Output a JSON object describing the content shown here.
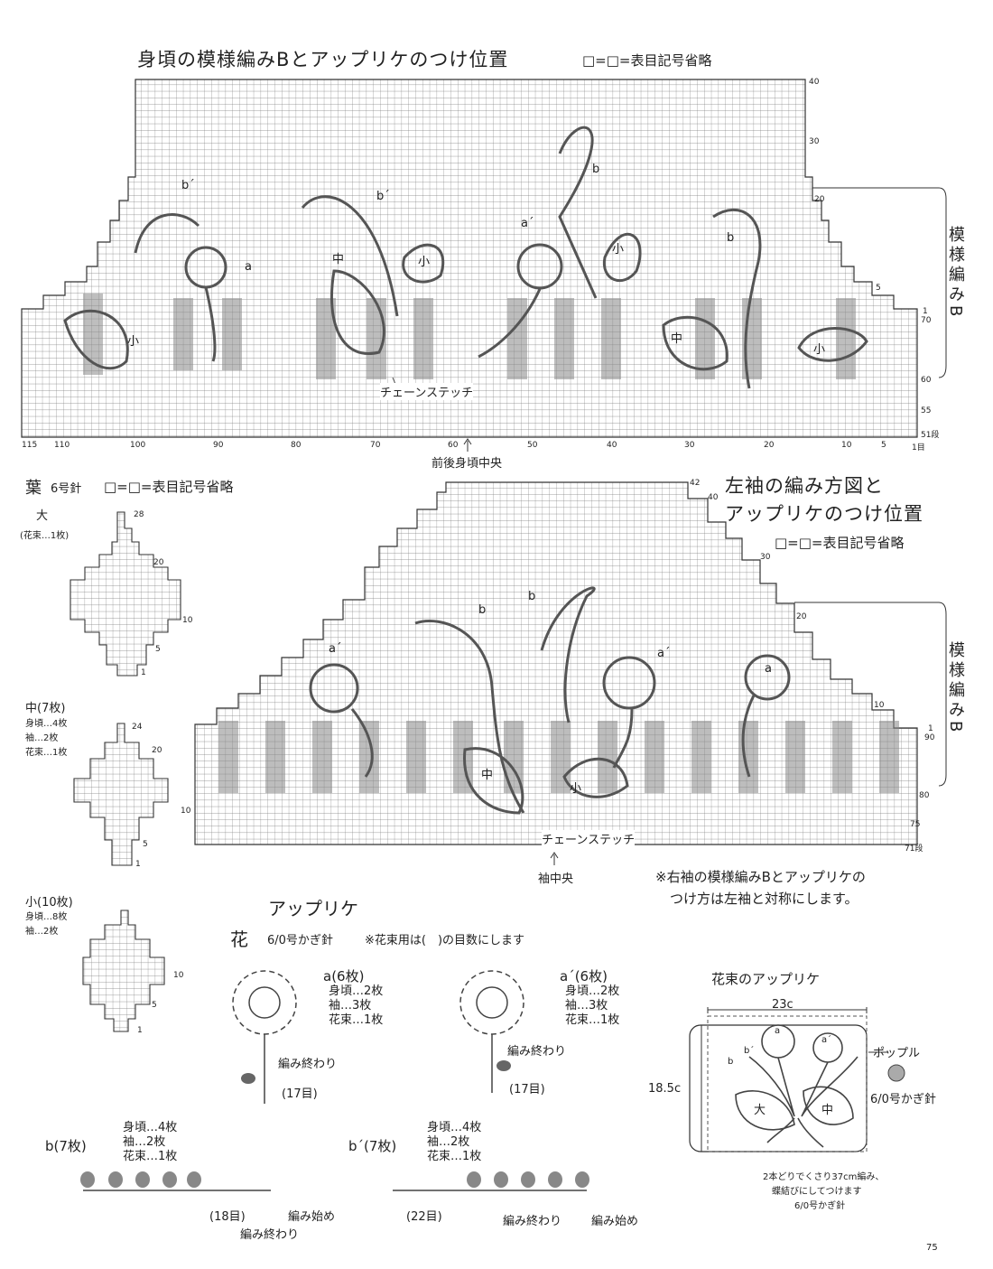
{
  "body_chart": {
    "title": "身頃の模様編みBとアップリケのつけ位置",
    "legend": "□=□=表目記号省略",
    "side_label": "模様編みB",
    "bottom_caption": "前後身頃中央",
    "chain_stitch": "チェーンステッチ",
    "x_ticks": [
      "115",
      "110",
      "100",
      "90",
      "80",
      "70",
      "60",
      "50",
      "40",
      "30",
      "20",
      "10",
      "5",
      "1目"
    ],
    "y_ticks": [
      "40",
      "30",
      "20",
      "5",
      "1",
      "70",
      "60",
      "55",
      "51段"
    ],
    "motif_labels": [
      "b´",
      "b´",
      "b",
      "a",
      "a´",
      "中",
      "小",
      "小",
      "b",
      "小",
      "中",
      "小"
    ]
  },
  "leaf": {
    "title": "葉",
    "needle": "6号針",
    "legend": "□=□=表目記号省略",
    "large": {
      "name": "大",
      "note": "(花束…1枚)",
      "ticks": [
        "28",
        "20",
        "10",
        "5",
        "1"
      ]
    },
    "medium": {
      "name": "中(7枚)",
      "lines": [
        "身頃…4枚",
        "袖…2枚",
        "花束…1枚"
      ],
      "ticks": [
        "24",
        "20",
        "10",
        "5",
        "1"
      ]
    },
    "small": {
      "name": "小(10枚)",
      "lines": [
        "身頃…8枚",
        "袖…2枚"
      ],
      "ticks": [
        "10",
        "5",
        "1"
      ]
    }
  },
  "sleeve_chart": {
    "title_line1": "左袖の編み方図と",
    "title_line2": "アップリケのつけ位置",
    "legend": "□=□=表目記号省略",
    "side_label": "模様編みB",
    "chain_stitch": "チェーンステッチ",
    "bottom_caption": "袖中央",
    "note_line1": "※右袖の模様編みBとアップリケの",
    "note_line2": "つけ方は左袖と対称にします。",
    "y_ticks": [
      "42",
      "40",
      "30",
      "20",
      "10",
      "1",
      "90",
      "80",
      "75",
      "71段"
    ],
    "motif_labels": [
      "b",
      "b",
      "a´",
      "a´",
      "a",
      "中",
      "小"
    ]
  },
  "applique": {
    "title": "アップリケ",
    "flower": "花",
    "hook": "6/0号かぎ針",
    "note": "※花束用は(　)の目数にします",
    "a": {
      "name": "a(6枚)",
      "lines": [
        "身頃…2枚",
        "袖…3枚",
        "花束…1枚"
      ],
      "end": "編み終わり",
      "count": "(17目)"
    },
    "a2": {
      "name": "a´(6枚)",
      "lines": [
        "身頃…2枚",
        "袖…3枚",
        "花束…1枚"
      ],
      "end": "編み終わり",
      "count": "(17目)"
    },
    "b": {
      "name": "b(7枚)",
      "lines": [
        "身頃…4枚",
        "袖…2枚",
        "花束…1枚"
      ],
      "count": "(18目)",
      "start": "編み始め",
      "end": "編み終わり"
    },
    "b2": {
      "name": "b´(7枚)",
      "lines": [
        "身頃…4枚",
        "袖…2枚",
        "花束…1枚"
      ],
      "count": "(22目)",
      "start": "編み始め",
      "end": "編み終わり"
    }
  },
  "bouquet": {
    "title": "花束のアップリケ",
    "width": "23c",
    "height": "18.5c",
    "popple": "ポップル",
    "popple_hook": "6/0号かぎ針",
    "labels": [
      "a",
      "a´",
      "b",
      "b´",
      "大",
      "中"
    ],
    "note_line1": "2本どりでくさり37cm編み、",
    "note_line2": "蝶結びにしてつけます",
    "note_line3": "6/0号かぎ針"
  },
  "page_number": "75"
}
